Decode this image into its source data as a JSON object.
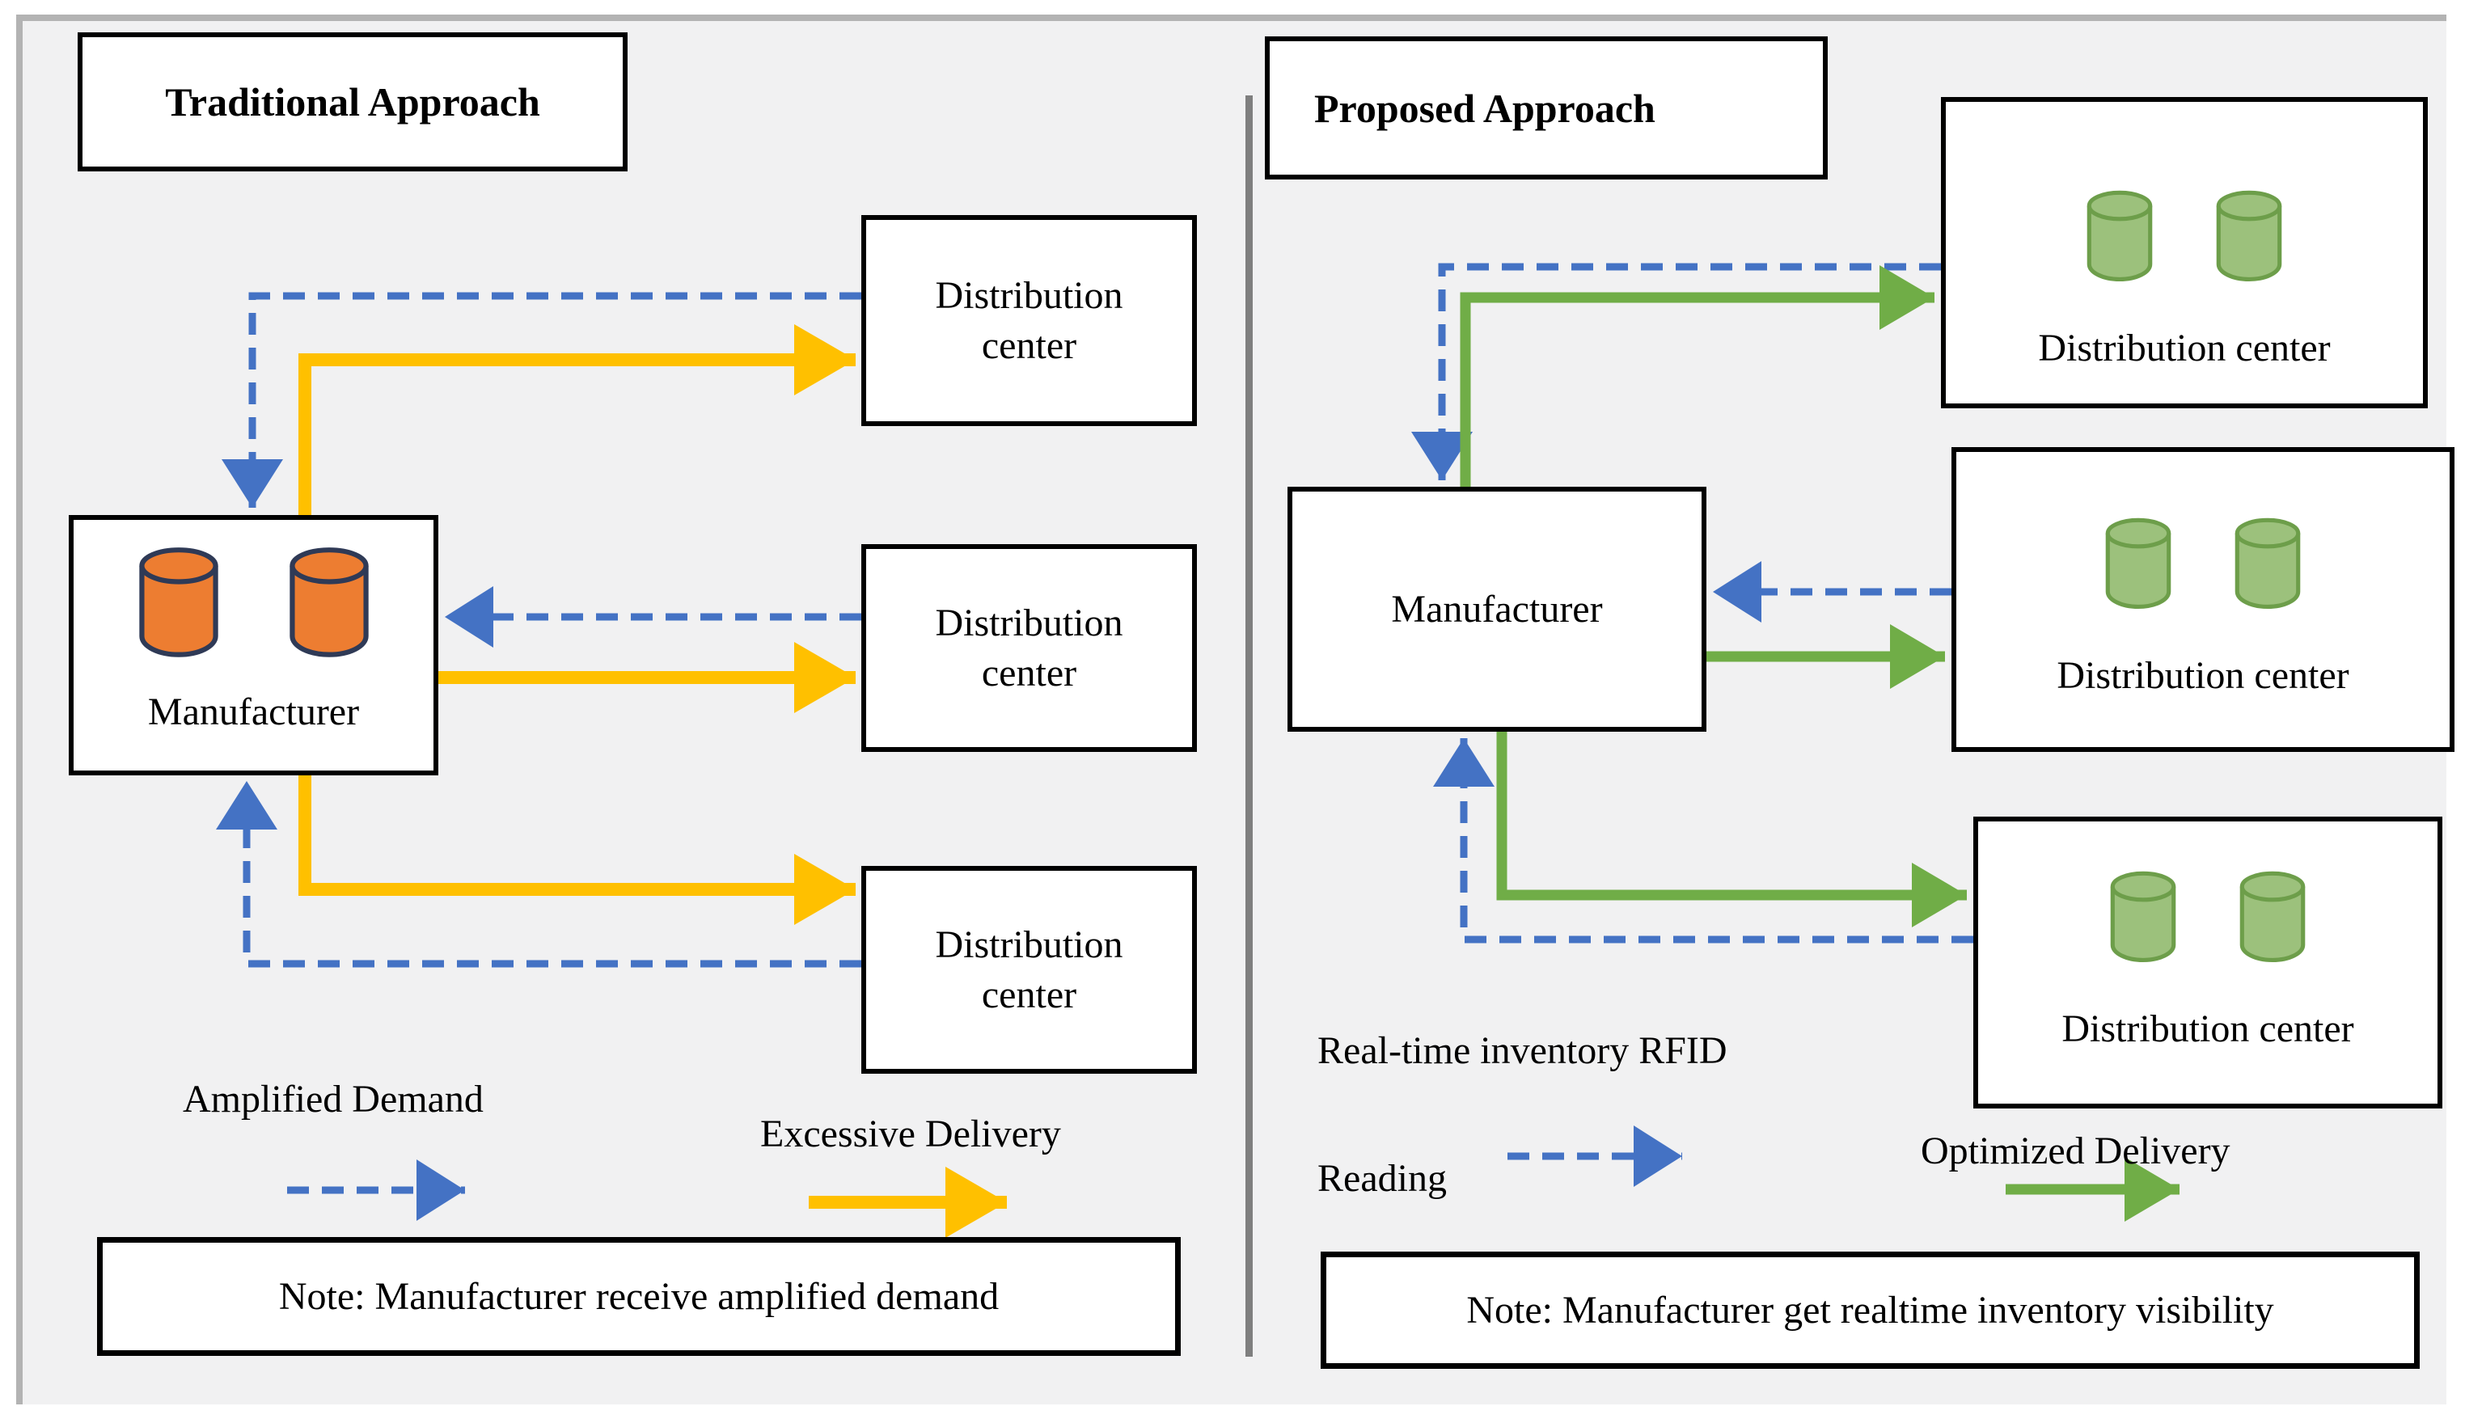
{
  "colors": {
    "blue": "#4472C4",
    "yellow": "#FFC000",
    "green": "#70AD47",
    "orange": "#ED7D31",
    "cylinder_green_fill": "#9CC17C",
    "cylinder_green_stroke": "#6D9E4A",
    "cylinder_orange_stroke": "#2F3A56",
    "canvas_bg": "#F1F1F2",
    "frame_gray": "#B3B3B3",
    "divider_gray": "#7F7F7F"
  },
  "icons": {
    "inventory": "database-cylinder-icon"
  },
  "traditional": {
    "title": "Traditional Approach",
    "manufacturer": "Manufacturer",
    "dc_boxes": [
      {
        "line1": "Distribution",
        "line2": "center"
      },
      {
        "line1": "Distribution",
        "line2": "center"
      },
      {
        "line1": "Distribution",
        "line2": "center"
      }
    ],
    "legend": {
      "amplified_demand": "Amplified Demand",
      "excessive_delivery": "Excessive Delivery"
    },
    "note": "Note: Manufacturer receive amplified demand"
  },
  "proposed": {
    "title": "Proposed Approach",
    "manufacturer": "Manufacturer",
    "dc_labels": [
      "Distribution center",
      "Distribution center",
      "Distribution center"
    ],
    "legend": {
      "rfid_line1": "Real-time inventory RFID",
      "rfid_line2": "Reading",
      "optimized_delivery": "Optimized Delivery"
    },
    "note": "Note: Manufacturer get realtime inventory visibility"
  }
}
